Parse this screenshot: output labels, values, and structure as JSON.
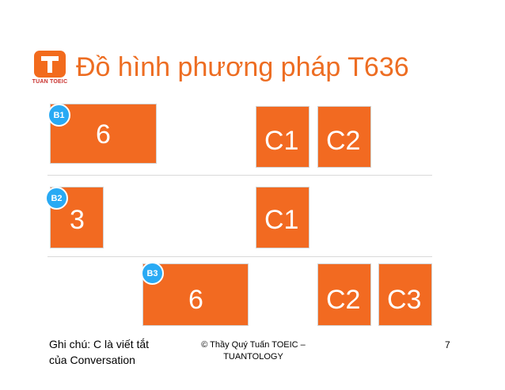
{
  "logo": {
    "text": "TUAN TOEIC",
    "icon": "tuan-toeic-logo-icon",
    "color": "#f26b1d"
  },
  "title": "Đồ hình phương pháp T636",
  "rows": [
    {
      "badge": "B1",
      "main": "6",
      "parts": [
        "C1",
        "C2"
      ]
    },
    {
      "badge": "B2",
      "main": "3",
      "parts": [
        "C1"
      ]
    },
    {
      "badge": "B3",
      "main": "6",
      "parts": [
        "C2",
        "C3"
      ]
    }
  ],
  "colors": {
    "box": "#f26a21",
    "badge": "#29aaf4",
    "title": "#ed6d22"
  },
  "footer": {
    "note_line1": "Ghi chú: C là viết tắt",
    "note_line2": "của Conversation",
    "copyright_line1": "© Thầy Quý Tuấn TOEIC –",
    "copyright_line2": "TUANTOLOGY",
    "page_number": "7"
  }
}
